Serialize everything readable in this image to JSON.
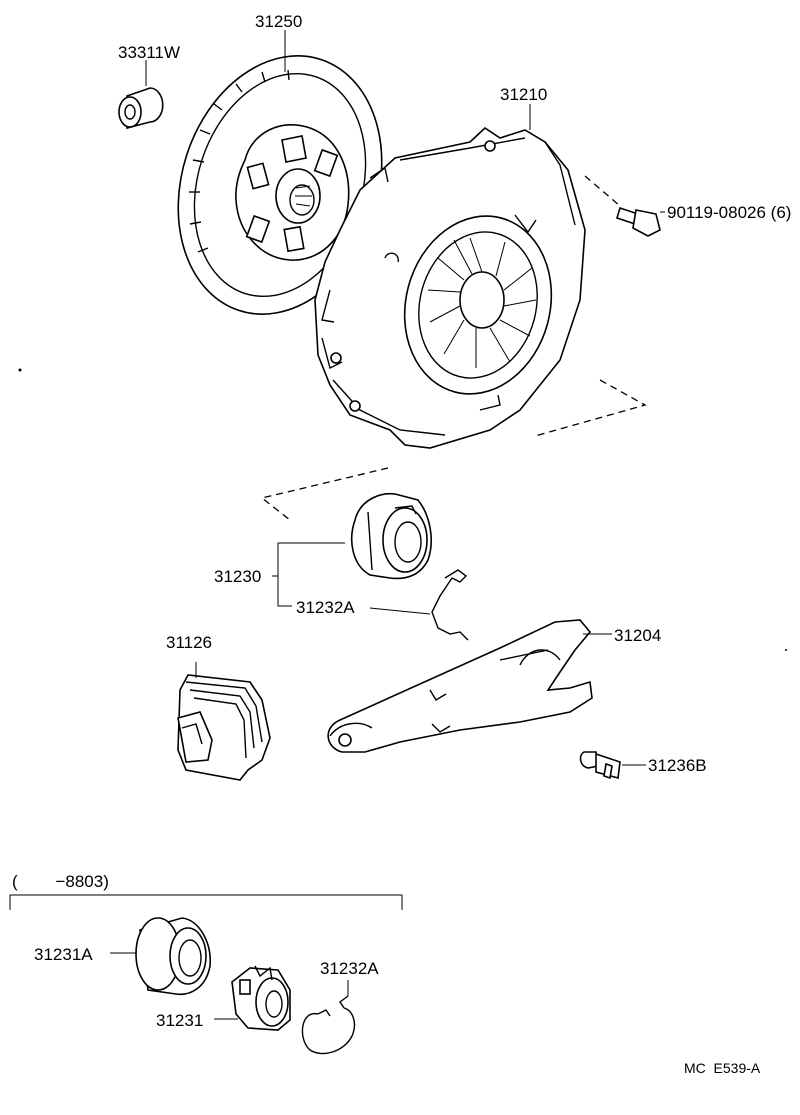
{
  "labels": {
    "p33311w": "33311W",
    "p31250": "31250",
    "p31210": "31210",
    "p90119": "90119-08026 (6)",
    "p31230": "31230",
    "p31232a_top": "31232A",
    "p31204": "31204",
    "p31126": "31126",
    "p31236b": "31236B",
    "range_note": "(        −8803)",
    "p31231a": "31231A",
    "p31232a_bottom": "31232A",
    "p31231": "31231",
    "footer_code": "MC  E539-A"
  }
}
